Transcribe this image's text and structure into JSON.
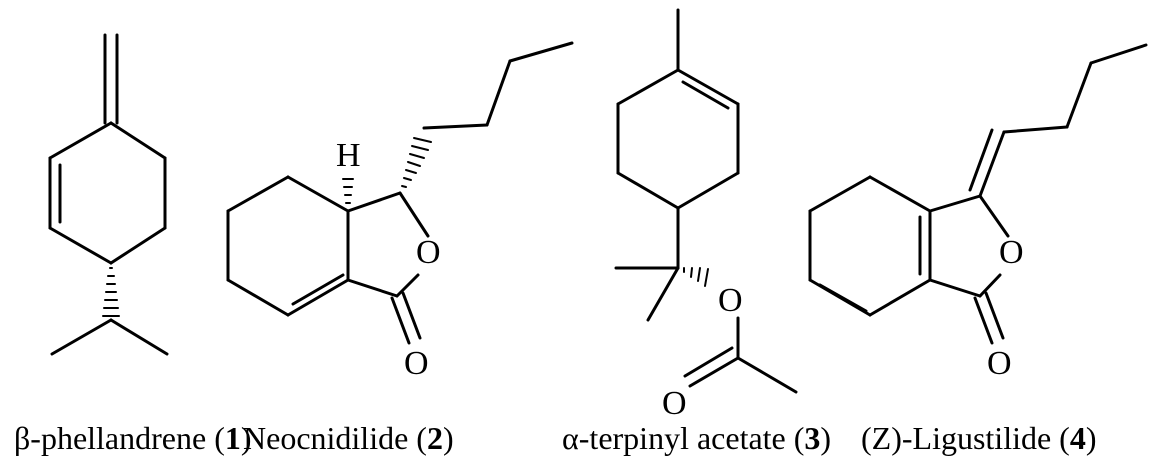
{
  "compounds": [
    {
      "id": "1",
      "name": "β-phellandrene",
      "number": "1",
      "atom_labels": []
    },
    {
      "id": "2",
      "name": "Neocnidilide",
      "number": "2",
      "atom_labels": [
        "H",
        "O",
        "O"
      ]
    },
    {
      "id": "3",
      "name": "α-terpinyl acetate",
      "number": "3",
      "atom_labels": [
        "O",
        "O"
      ]
    },
    {
      "id": "4",
      "name": "(Z)-Ligustilide",
      "number": "4",
      "atom_labels": [
        "O",
        "O"
      ]
    }
  ]
}
